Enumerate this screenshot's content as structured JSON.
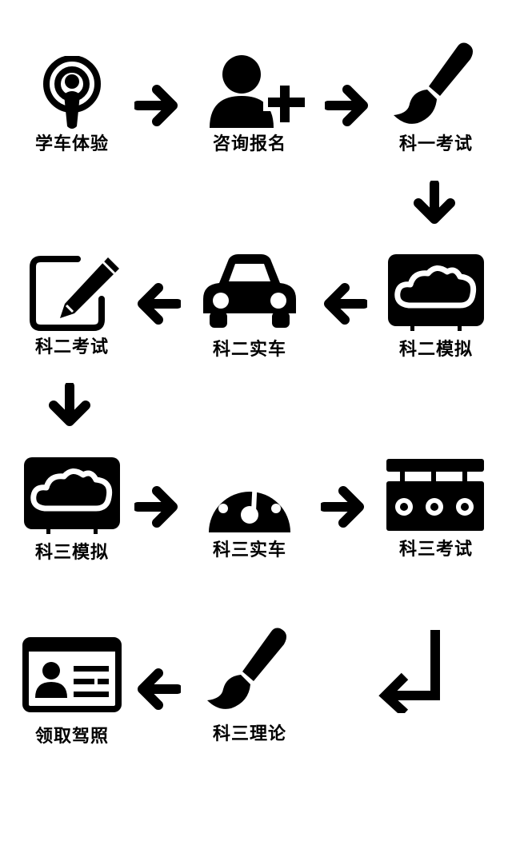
{
  "colors": {
    "ink": "#000000",
    "paper": "#ffffff"
  },
  "steps": [
    {
      "label": "学车体验",
      "icon": "podcast-icon"
    },
    {
      "label": "咨询报名",
      "icon": "add-user-icon"
    },
    {
      "label": "科一考试",
      "icon": "paintbrush-icon"
    },
    {
      "label": "科二模拟",
      "icon": "cloud-monitor-icon"
    },
    {
      "label": "科二实车",
      "icon": "car-icon"
    },
    {
      "label": "科二考试",
      "icon": "edit-icon"
    },
    {
      "label": "科三模拟",
      "icon": "cloud-monitor-icon"
    },
    {
      "label": "科三实车",
      "icon": "speedometer-icon"
    },
    {
      "label": "科三考试",
      "icon": "lights-panel-icon"
    },
    {
      "label": "科三理论",
      "icon": "paintbrush-icon"
    },
    {
      "label": "领取驾照",
      "icon": "id-card-icon"
    }
  ]
}
